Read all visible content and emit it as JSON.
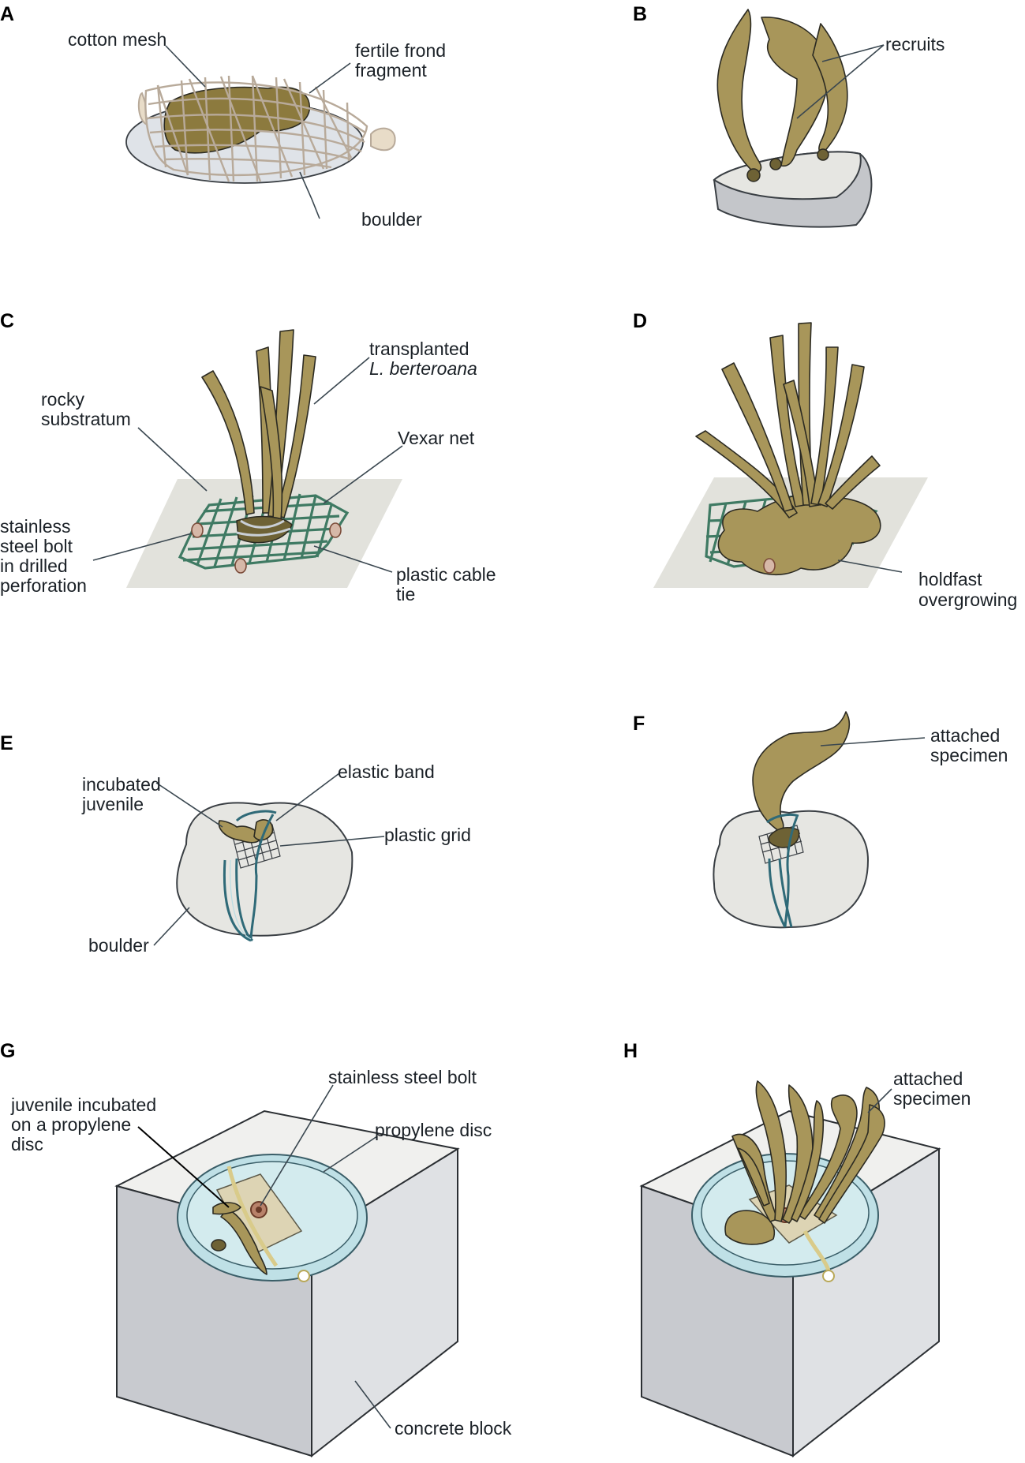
{
  "panels": [
    {
      "letter": "A",
      "labels": {
        "mesh": "cotton mesh",
        "frond_1": "fertile frond",
        "frond_2": "fragment",
        "boulder": "boulder"
      }
    },
    {
      "letter": "B",
      "labels": {
        "recruits": "recruits"
      }
    },
    {
      "letter": "C",
      "labels": {
        "transplanted_1": "transplanted",
        "transplanted_2": "L. berteroana",
        "rocky_1": "rocky",
        "rocky_2": "substratum",
        "vexar": "Vexar net",
        "bolt_1": "stainless",
        "bolt_2": "steel bolt",
        "bolt_3": "in drilled",
        "bolt_4": "perforation",
        "tie_1": "plastic cable",
        "tie_2": "tie"
      }
    },
    {
      "letter": "D",
      "labels": {
        "holdfast_1": "holdfast",
        "holdfast_2": "overgrowing"
      }
    },
    {
      "letter": "E",
      "labels": {
        "juvenile_1": "incubated",
        "juvenile_2": "juvenile",
        "band": "elastic band",
        "grid": "plastic grid",
        "boulder": "boulder"
      }
    },
    {
      "letter": "F",
      "labels": {
        "specimen_1": "attached",
        "specimen_2": "specimen"
      }
    },
    {
      "letter": "G",
      "labels": {
        "bolt": "stainless steel bolt",
        "juvenile_1": "juvenile incubated",
        "juvenile_2": "on a propylene",
        "juvenile_3": "disc",
        "disc": "propylene disc"
      }
    },
    {
      "letter": "H",
      "labels": {
        "specimen_1": "attached",
        "specimen_2": "specimen",
        "block": "concrete block"
      }
    }
  ],
  "colors": {
    "kelp": "#a8965a",
    "stone": "#e6e6e2",
    "vexar_net": "#3f7a63",
    "elastic_band": "#2f6a78",
    "dish": "#bfe0e6",
    "concrete": "#c8cacf"
  }
}
